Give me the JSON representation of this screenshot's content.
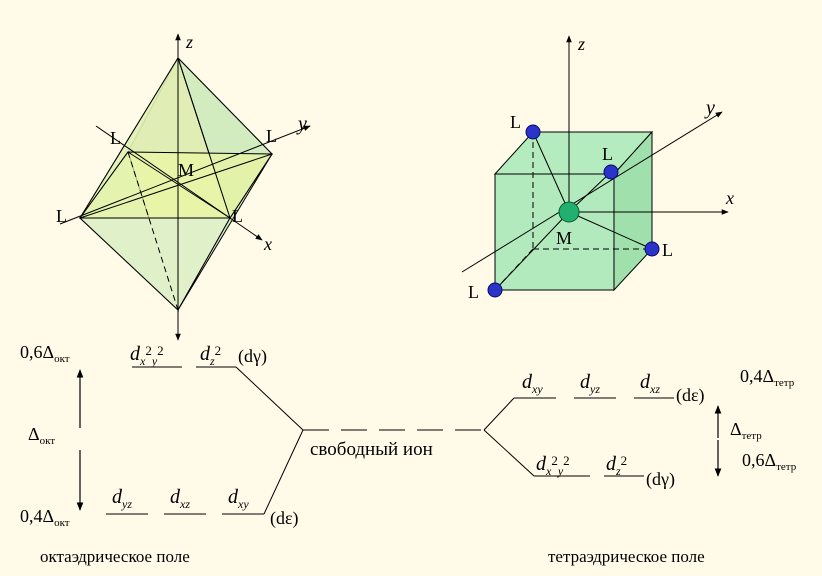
{
  "octahedron": {
    "labels": {
      "z": "z",
      "y": "y",
      "x": "x",
      "ligand": "L",
      "metal": "M"
    }
  },
  "tetrahedron": {
    "labels": {
      "z": "z",
      "y": "y",
      "x": "x",
      "ligand": "L",
      "metal": "M"
    }
  },
  "splitting": {
    "octahedral": {
      "upper_energy": "0,6Δ",
      "upper_energy_sub": "окт",
      "delta": "Δ",
      "delta_sub": "окт",
      "lower_energy": "0,4Δ",
      "lower_energy_sub": "окт",
      "upper_orbitals": [
        {
          "d": "d",
          "sub": "x",
          "sup": "2",
          "sub2": "y",
          "sup2": "2"
        },
        {
          "d": "d",
          "sub": "z",
          "sup": "2"
        }
      ],
      "upper_group": "(dγ)",
      "lower_orbitals": [
        {
          "d": "d",
          "sub": "yz"
        },
        {
          "d": "d",
          "sub": "xz"
        },
        {
          "d": "d",
          "sub": "xy"
        }
      ],
      "lower_group": "(dε)",
      "field_label": "октаэдрическое поле"
    },
    "free_ion": "свободный ион",
    "tetrahedral": {
      "upper_orbitals": [
        {
          "d": "d",
          "sub": "xy"
        },
        {
          "d": "d",
          "sub": "yz"
        },
        {
          "d": "d",
          "sub": "xz"
        }
      ],
      "upper_group": "(dε)",
      "upper_energy": "0,4Δ",
      "upper_energy_sub": "тетр",
      "delta": "Δ",
      "delta_sub": "тетр",
      "lower_energy": "0,6Δ",
      "lower_energy_sub": "тетр",
      "lower_orbitals": [
        {
          "d": "d",
          "sub": "x",
          "sup": "2",
          "sub2": "y",
          "sup2": "2"
        },
        {
          "d": "d",
          "sub": "z",
          "sup": "2"
        }
      ],
      "lower_group": "(dγ)",
      "field_label": "тетраэдрическое поле"
    }
  },
  "colors": {
    "background": "#fffbe8",
    "octa_face_green": "#d6f0c8",
    "octa_face_yellow": "#e6f5a8",
    "octa_face_brown": "#c9c39a",
    "cube_face": "#a8e6b4",
    "ligand_blue": "#2a34c8",
    "metal_green": "#22b070"
  }
}
